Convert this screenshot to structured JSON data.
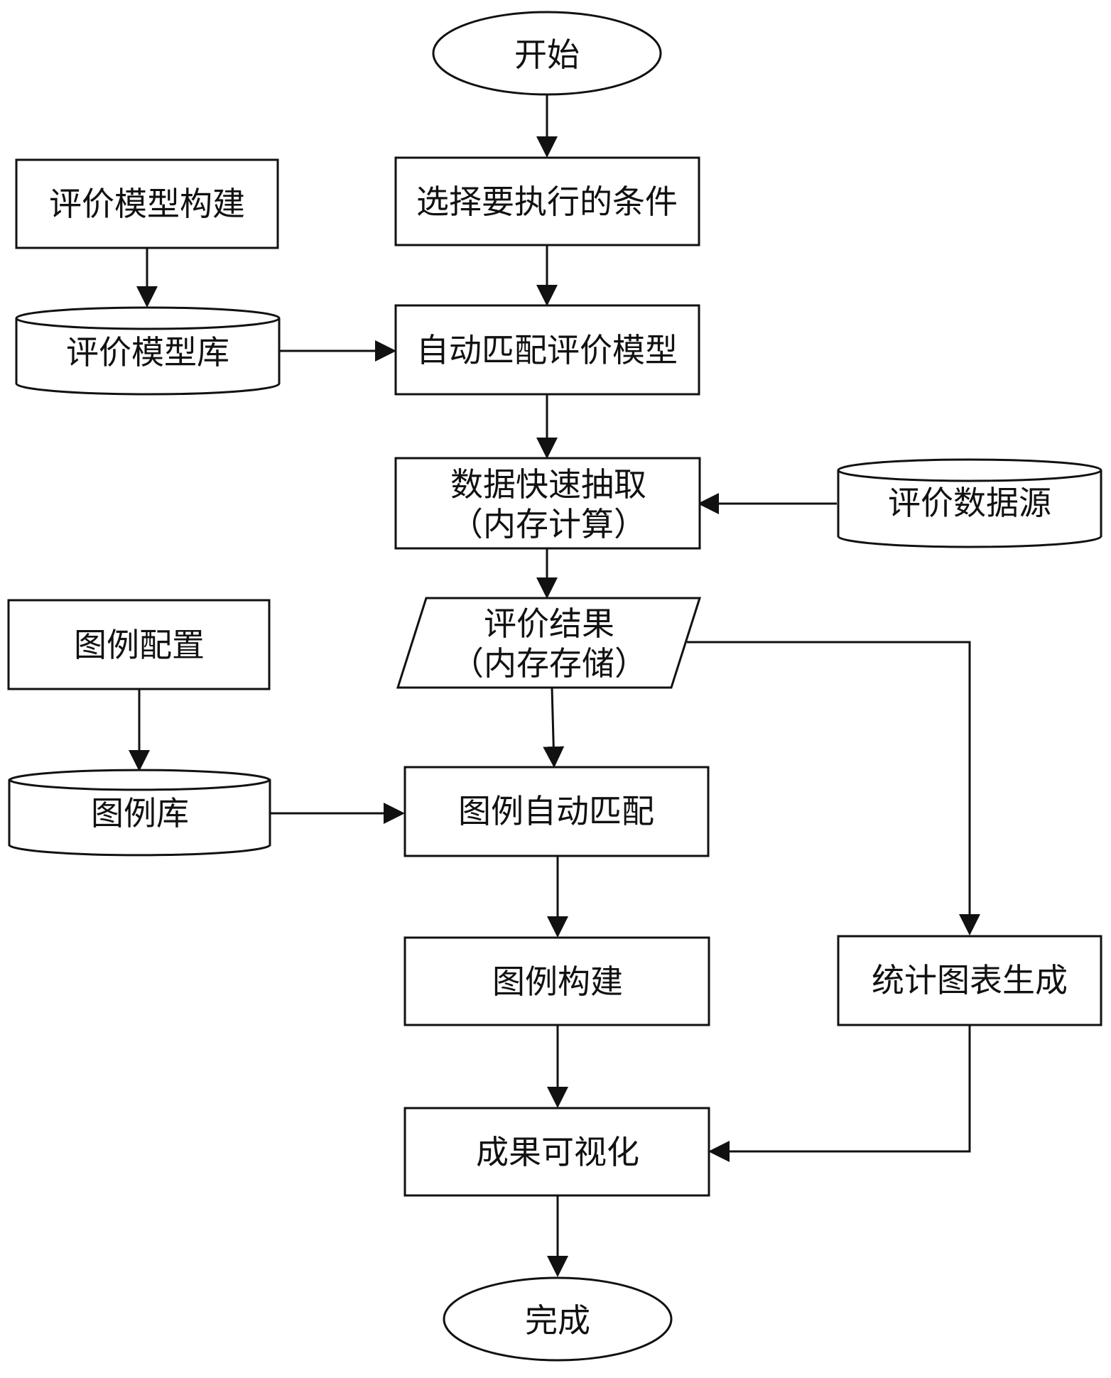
{
  "nodes": {
    "start": "开始",
    "select_conditions": "选择要执行的条件",
    "model_build": "评价模型构建",
    "model_library": "评价模型库",
    "auto_match_model": "自动匹配评价模型",
    "fast_extract": "数据快速抽取",
    "fast_extract_note": "（内存计算）",
    "data_source": "评价数据源",
    "eval_result": "评价结果",
    "eval_result_note": "（内存存储）",
    "legend_config": "图例配置",
    "legend_library": "图例库",
    "legend_auto_match": "图例自动匹配",
    "legend_build": "图例构建",
    "stats_chart": "统计图表生成",
    "visualize": "成果可视化",
    "finish": "完成"
  }
}
